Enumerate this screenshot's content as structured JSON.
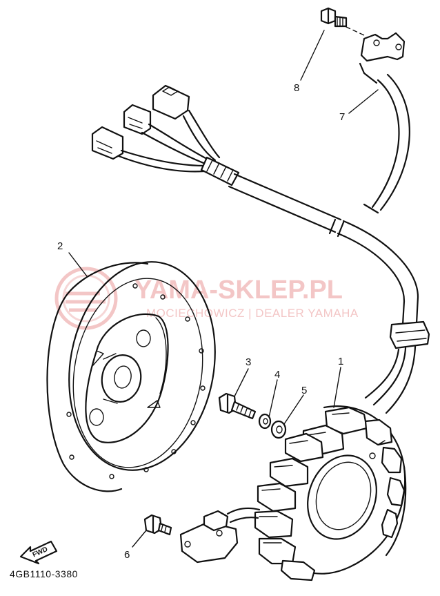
{
  "diagram": {
    "callouts": [
      {
        "id": "1",
        "label": "1"
      },
      {
        "id": "2",
        "label": "2"
      },
      {
        "id": "3",
        "label": "3"
      },
      {
        "id": "4",
        "label": "4"
      },
      {
        "id": "5",
        "label": "5"
      },
      {
        "id": "6",
        "label": "6"
      },
      {
        "id": "7",
        "label": "7"
      },
      {
        "id": "8",
        "label": "8"
      }
    ],
    "drawing_code": "4GB1110-3380",
    "direction_badge": "FWD"
  },
  "watermark": {
    "main": "YAMA-SKLEP.PL",
    "sub": "MOCIECHOWICZ | DEALER YAMAHA"
  },
  "colors": {
    "line": "#111111",
    "watermark": "#f3c6c6"
  }
}
